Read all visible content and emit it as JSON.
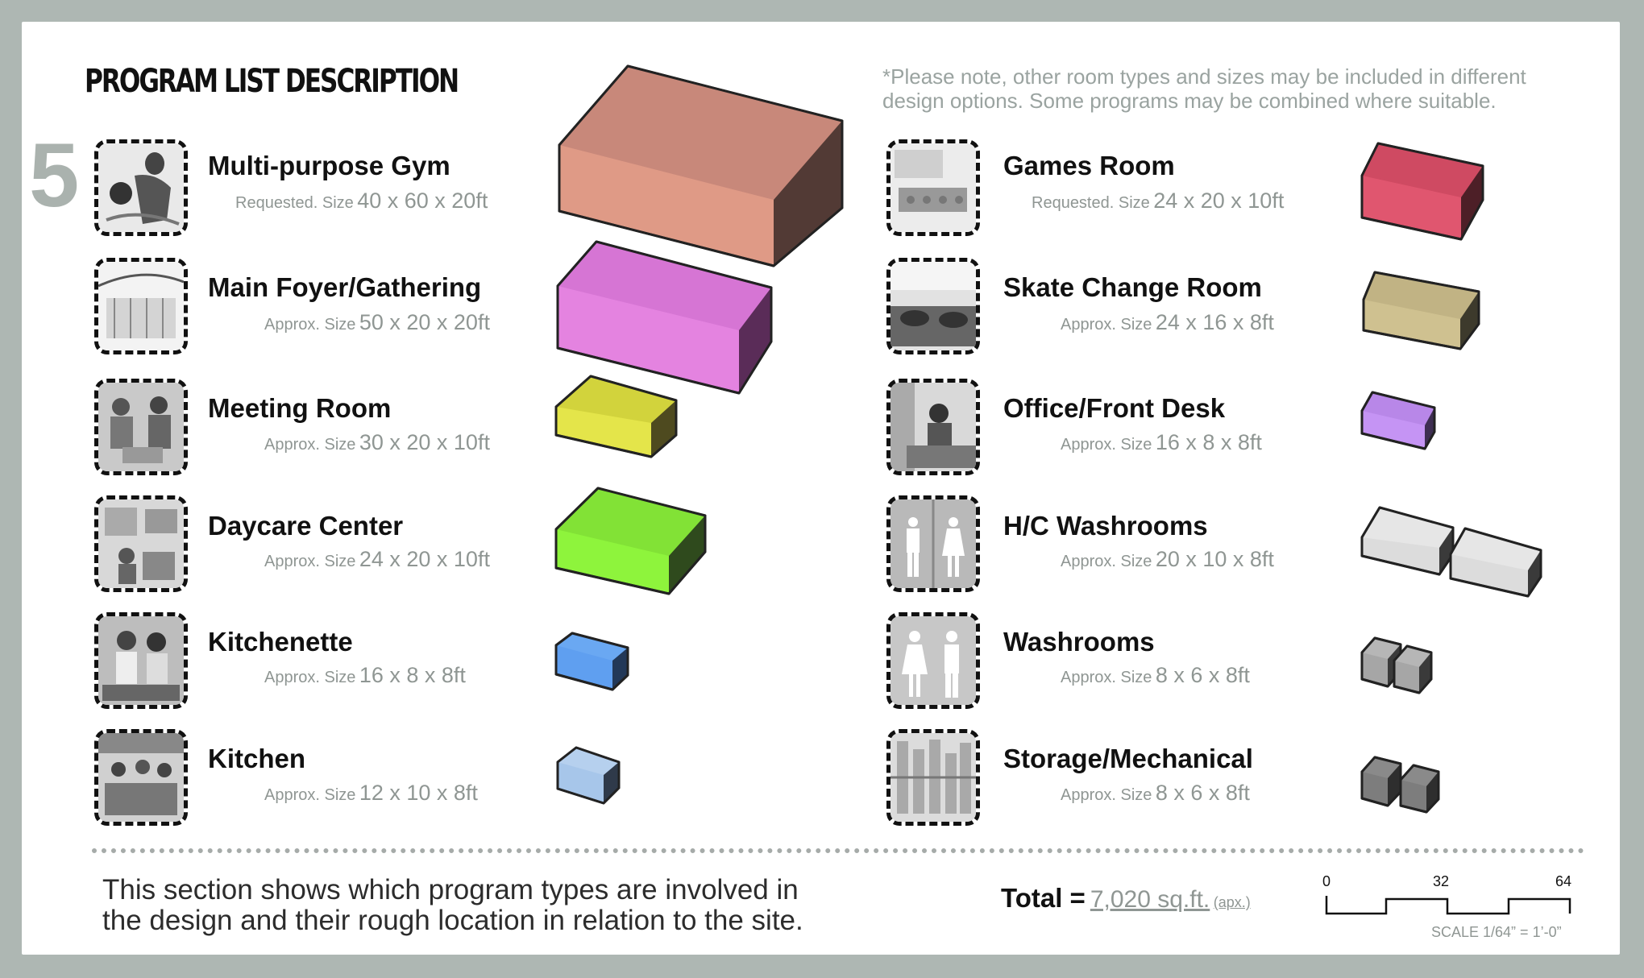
{
  "title": "PROGRAM LIST DESCRIPTION",
  "section_number": "5",
  "note": "*Please note, other room types and sizes may be included in different design options.  Some programs may be combined where suitable.",
  "rooms_left": [
    {
      "name": "Multi-purpose Gym",
      "size_label": "Requested. Size",
      "size": "40 x 60 x 20ft",
      "color": "#df9a86"
    },
    {
      "name": "Main Foyer/Gathering",
      "size_label": "Approx. Size",
      "size": "50 x 20 x 20ft",
      "color": "#e483e0"
    },
    {
      "name": "Meeting Room",
      "size_label": "Approx. Size",
      "size": "30 x 20 x 10ft",
      "color": "#e4e54a"
    },
    {
      "name": "Daycare Center",
      "size_label": "Approx. Size",
      "size": "24 x 20 x 10ft",
      "color": "#8ef43c"
    },
    {
      "name": "Kitchenette",
      "size_label": "Approx. Size",
      "size": "16 x 8 x 8ft",
      "color": "#5f9ff0"
    },
    {
      "name": "Kitchen",
      "size_label": "Approx. Size",
      "size": "12 x 10 x 8ft",
      "color": "#a7c6ea"
    }
  ],
  "rooms_right": [
    {
      "name": "Games Room",
      "size_label": "Requested. Size",
      "size": "24 x 20 x 10ft",
      "color": "#e0566f"
    },
    {
      "name": "Skate Change Room",
      "size_label": "Approx. Size",
      "size": "24 x 16 x 8ft",
      "color": "#cfc190"
    },
    {
      "name": "Office/Front Desk",
      "size_label": "Approx. Size",
      "size": "16 x 8 x 8ft",
      "color": "#c594f4"
    },
    {
      "name": "H/C Washrooms",
      "size_label": "Approx. Size",
      "size": "20 x 10 x 8ft",
      "color": "#dcdcdc"
    },
    {
      "name": "Washrooms",
      "size_label": "Approx. Size",
      "size": "8 x 6 x 8ft",
      "color": "#a6a6a6"
    },
    {
      "name": "Storage/Mechanical",
      "size_label": "Approx. Size",
      "size": "8 x 6 x 8ft",
      "color": "#7d7d7d"
    }
  ],
  "description": "This section shows which program types are involved in the design and their rough location in relation to the site.",
  "total": {
    "label": "Total =",
    "value": "7,020 sq.ft.",
    "approx": "(apx.)"
  },
  "scale": {
    "tick_labels": [
      "0",
      "32",
      "64"
    ],
    "caption": "SCALE 1/64” = 1’-0”"
  }
}
